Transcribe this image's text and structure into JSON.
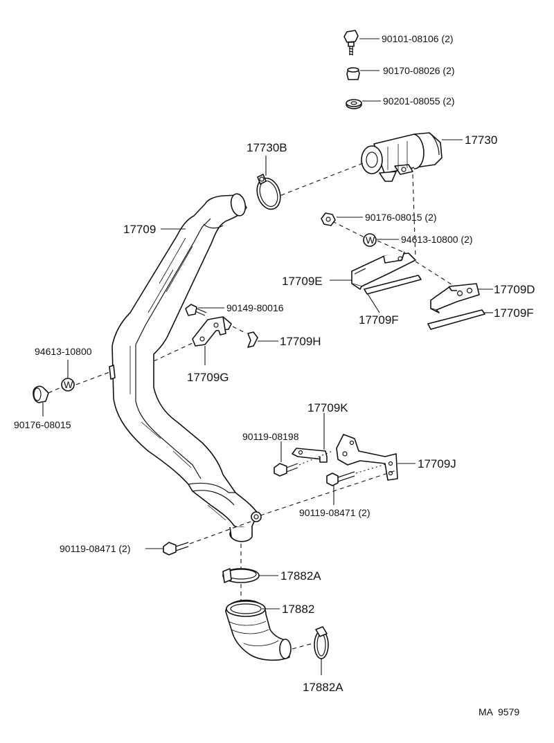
{
  "labels": {
    "bolt_top": "90101-08106 (2)",
    "nut_top": "90170-08026 (2)",
    "washer_top": "90201-08055 (2)",
    "p17730": "17730",
    "p17730b": "17730B",
    "p17709": "17709",
    "nut_mid": "90176-08015 (2)",
    "washer_mid": "94613-10800 (2)",
    "p17709e": "17709E",
    "p17709d": "17709D",
    "p17709f_left": "17709F",
    "p17709f_right": "17709F",
    "bolt_g": "90149-80016",
    "p17709h": "17709H",
    "p17709g": "17709G",
    "washer_left": "94613-10800",
    "nut_left": "90176-08015",
    "p17709k": "17709K",
    "bolt_k": "90119-08198",
    "p17709j": "17709J",
    "bolt_j": "90119-08471 (2)",
    "bolt_bottom": "90119-08471 (2)",
    "p17882a_top": "17882A",
    "p17882": "17882",
    "p17882a_bottom": "17882A",
    "ref_code": "MA  9579",
    "washer_symbol": "W"
  }
}
